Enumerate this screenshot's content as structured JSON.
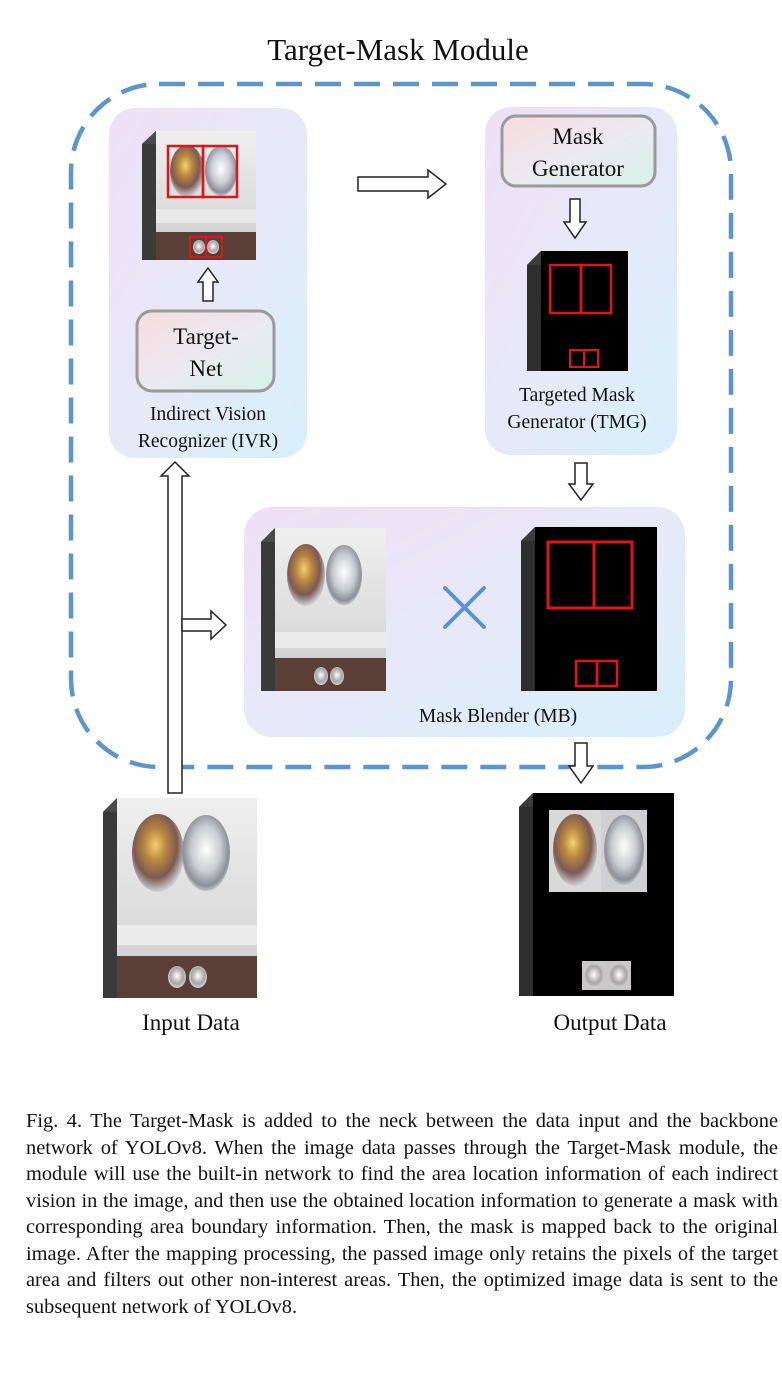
{
  "figure": {
    "title": "Target-Mask Module",
    "ivr": {
      "net_label_line1": "Target-",
      "net_label_line2": "Net",
      "label_line1": "Indirect Vision",
      "label_line2": "Recognizer (IVR)"
    },
    "tmg": {
      "gen_label_line1": "Mask",
      "gen_label_line2": "Generator",
      "label_line1": "Targeted Mask",
      "label_line2": "Generator (TMG)"
    },
    "mb": {
      "label": "Mask Blender (MB)"
    },
    "input_label": "Input Data",
    "output_label": "Output Data",
    "colors": {
      "dashed_border": "#5b95c9",
      "mask_box": "#e0141b",
      "cross": "#5b95c9"
    }
  },
  "caption": {
    "text": "Fig. 4.  The Target-Mask is added to the neck between the data input and the backbone network of YOLOv8. When the image data passes through the Target-Mask module, the module will use the built-in network to find the area location information of each indirect vision in the image, and then use the obtained location information to generate a mask with corresponding area boundary information. Then, the mask is mapped back to the original image. After the mapping processing, the passed image only retains the pixels of the target area and filters out other non-interest areas. Then, the optimized image data is sent to the subsequent network of YOLOv8."
  }
}
